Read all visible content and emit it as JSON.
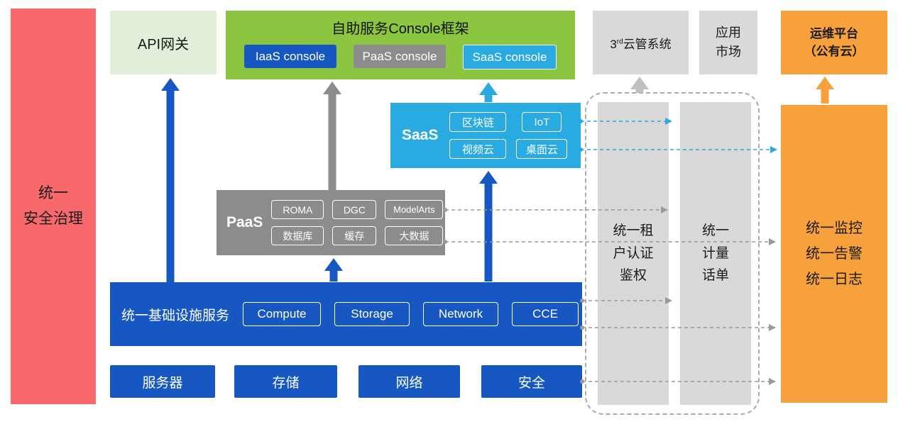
{
  "palette": {
    "red": "#F8696B",
    "light_green": "#E2EFDA",
    "green": "#8CC540",
    "blue": "#1757C2",
    "gray": "#8C8C8C",
    "light_gray": "#D9D9D9",
    "cyan": "#29ABE2",
    "orange": "#F7A13D"
  },
  "security_bar": {
    "label": "统一\n安全治理"
  },
  "api_gateway": {
    "label": "API网关"
  },
  "console_frame": {
    "title": "自助服务Console框架",
    "consoles": [
      "IaaS console",
      "PaaS console",
      "SaaS console"
    ]
  },
  "third_party_cloud": {
    "prefix": "3",
    "sup": "rd",
    "rest": "云管系统"
  },
  "app_market": {
    "label": "应用\n市场"
  },
  "ops_platform": {
    "label": "运维平台\n（公有云）"
  },
  "saas": {
    "label": "SaaS",
    "items": [
      "区块链",
      "IoT",
      "视频云",
      "桌面云"
    ]
  },
  "paas": {
    "label": "PaaS",
    "items": [
      "ROMA",
      "DGC",
      "ModelArts",
      "数据库",
      "缓存",
      "大数据"
    ]
  },
  "infra": {
    "label": "统一基础设施服务",
    "items": [
      "Compute",
      "Storage",
      "Network",
      "CCE"
    ]
  },
  "hardware": {
    "items": [
      "服务器",
      "存储",
      "网络",
      "安全"
    ]
  },
  "auth_bar": {
    "label": "统一租\n户认证\n鉴权"
  },
  "metering_bar": {
    "label": "统一\n计量\n话单"
  },
  "monitor_bar": {
    "label": "统一监控\n统一告警\n统一日志"
  }
}
